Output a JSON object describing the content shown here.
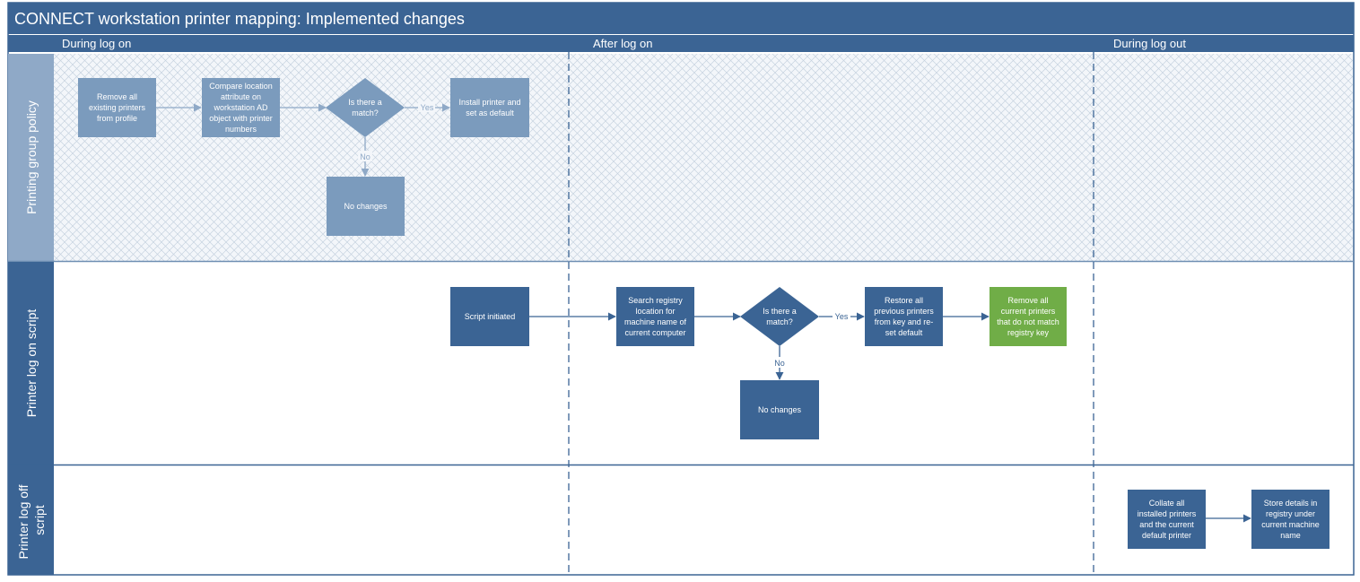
{
  "title": "CONNECT workstation printer mapping: Implemented changes",
  "phases": [
    "During log on",
    "After log on",
    "During log out"
  ],
  "lanes": [
    "Printing group policy",
    "Printer log on script",
    "Printer log off script"
  ],
  "colors": {
    "header": "#3b6494",
    "node": "#3b6494",
    "node_faded": "#7b9bbd",
    "node_green": "#70ad47",
    "edge": "#3b6494",
    "edge_faded": "#8fa9c7"
  },
  "nodes": {
    "gp_remove": [
      "Remove all",
      "existing printers",
      "from profile"
    ],
    "gp_compare": [
      "Compare location",
      "attribute on",
      "workstation AD",
      "object with printer",
      "numbers"
    ],
    "gp_match": [
      "Is there a",
      "match?"
    ],
    "gp_install": [
      "Install printer and",
      "set as default"
    ],
    "gp_nochange": [
      "No changes"
    ],
    "lo_init": [
      "Script initiated"
    ],
    "lo_search": [
      "Search registry",
      "location for",
      "machine name of",
      "current computer"
    ],
    "lo_match": [
      "Is there a",
      "match?"
    ],
    "lo_restore": [
      "Restore all",
      "previous printers",
      "from key and re-",
      "set default"
    ],
    "lo_remove": [
      "Remove all",
      "current printers",
      "that do not match",
      "registry key"
    ],
    "lo_nochange": [
      "No changes"
    ],
    "lf_collate": [
      "Collate all",
      "installed printers",
      "and the current",
      "default printer"
    ],
    "lf_store": [
      "Store details in",
      "registry under",
      "current machine",
      "name"
    ]
  },
  "edge_labels": {
    "gp_yes": "Yes",
    "gp_no": "No",
    "lo_yes": "Yes",
    "lo_no": "No"
  }
}
